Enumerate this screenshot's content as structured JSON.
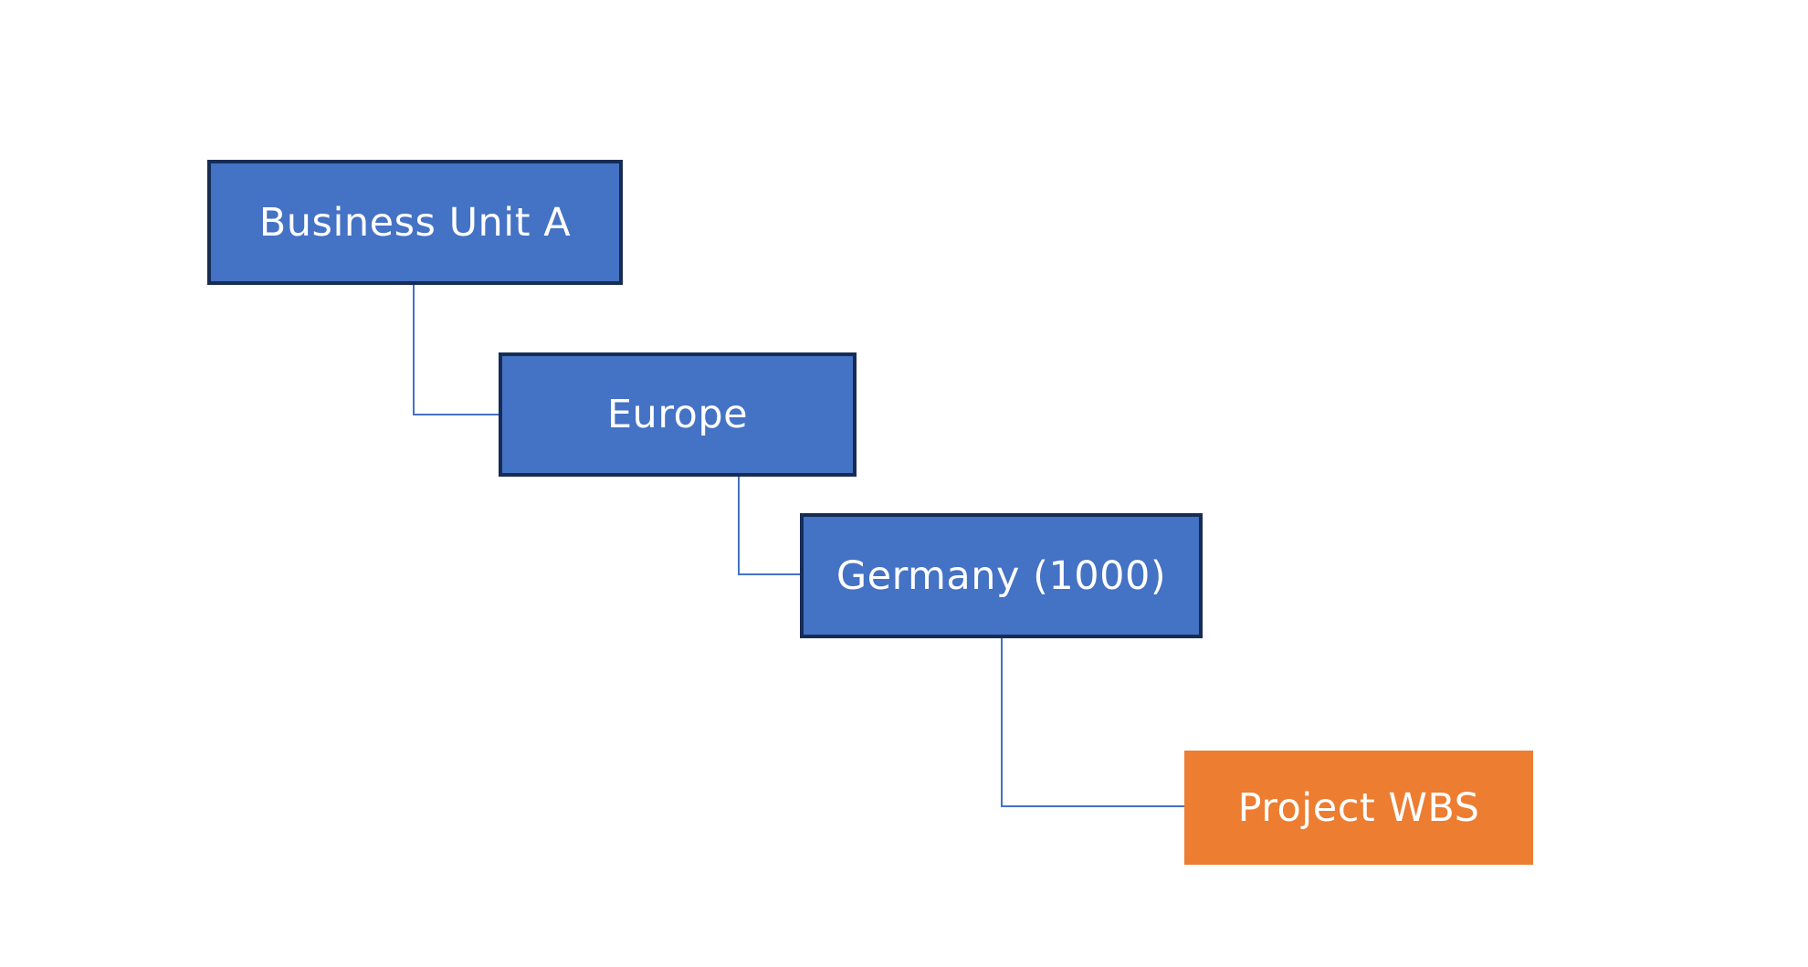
{
  "diagram": {
    "nodes": [
      {
        "label": "Business Unit A",
        "fill": "#4472c4",
        "border": "#172c55"
      },
      {
        "label": "Europe",
        "fill": "#4472c4",
        "border": "#172c55"
      },
      {
        "label": "Germany (1000)",
        "fill": "#4472c4",
        "border": "#172c55"
      },
      {
        "label": "Project WBS",
        "fill": "#ed7d31",
        "border": "none"
      }
    ],
    "connector_color": "#4472c4"
  }
}
